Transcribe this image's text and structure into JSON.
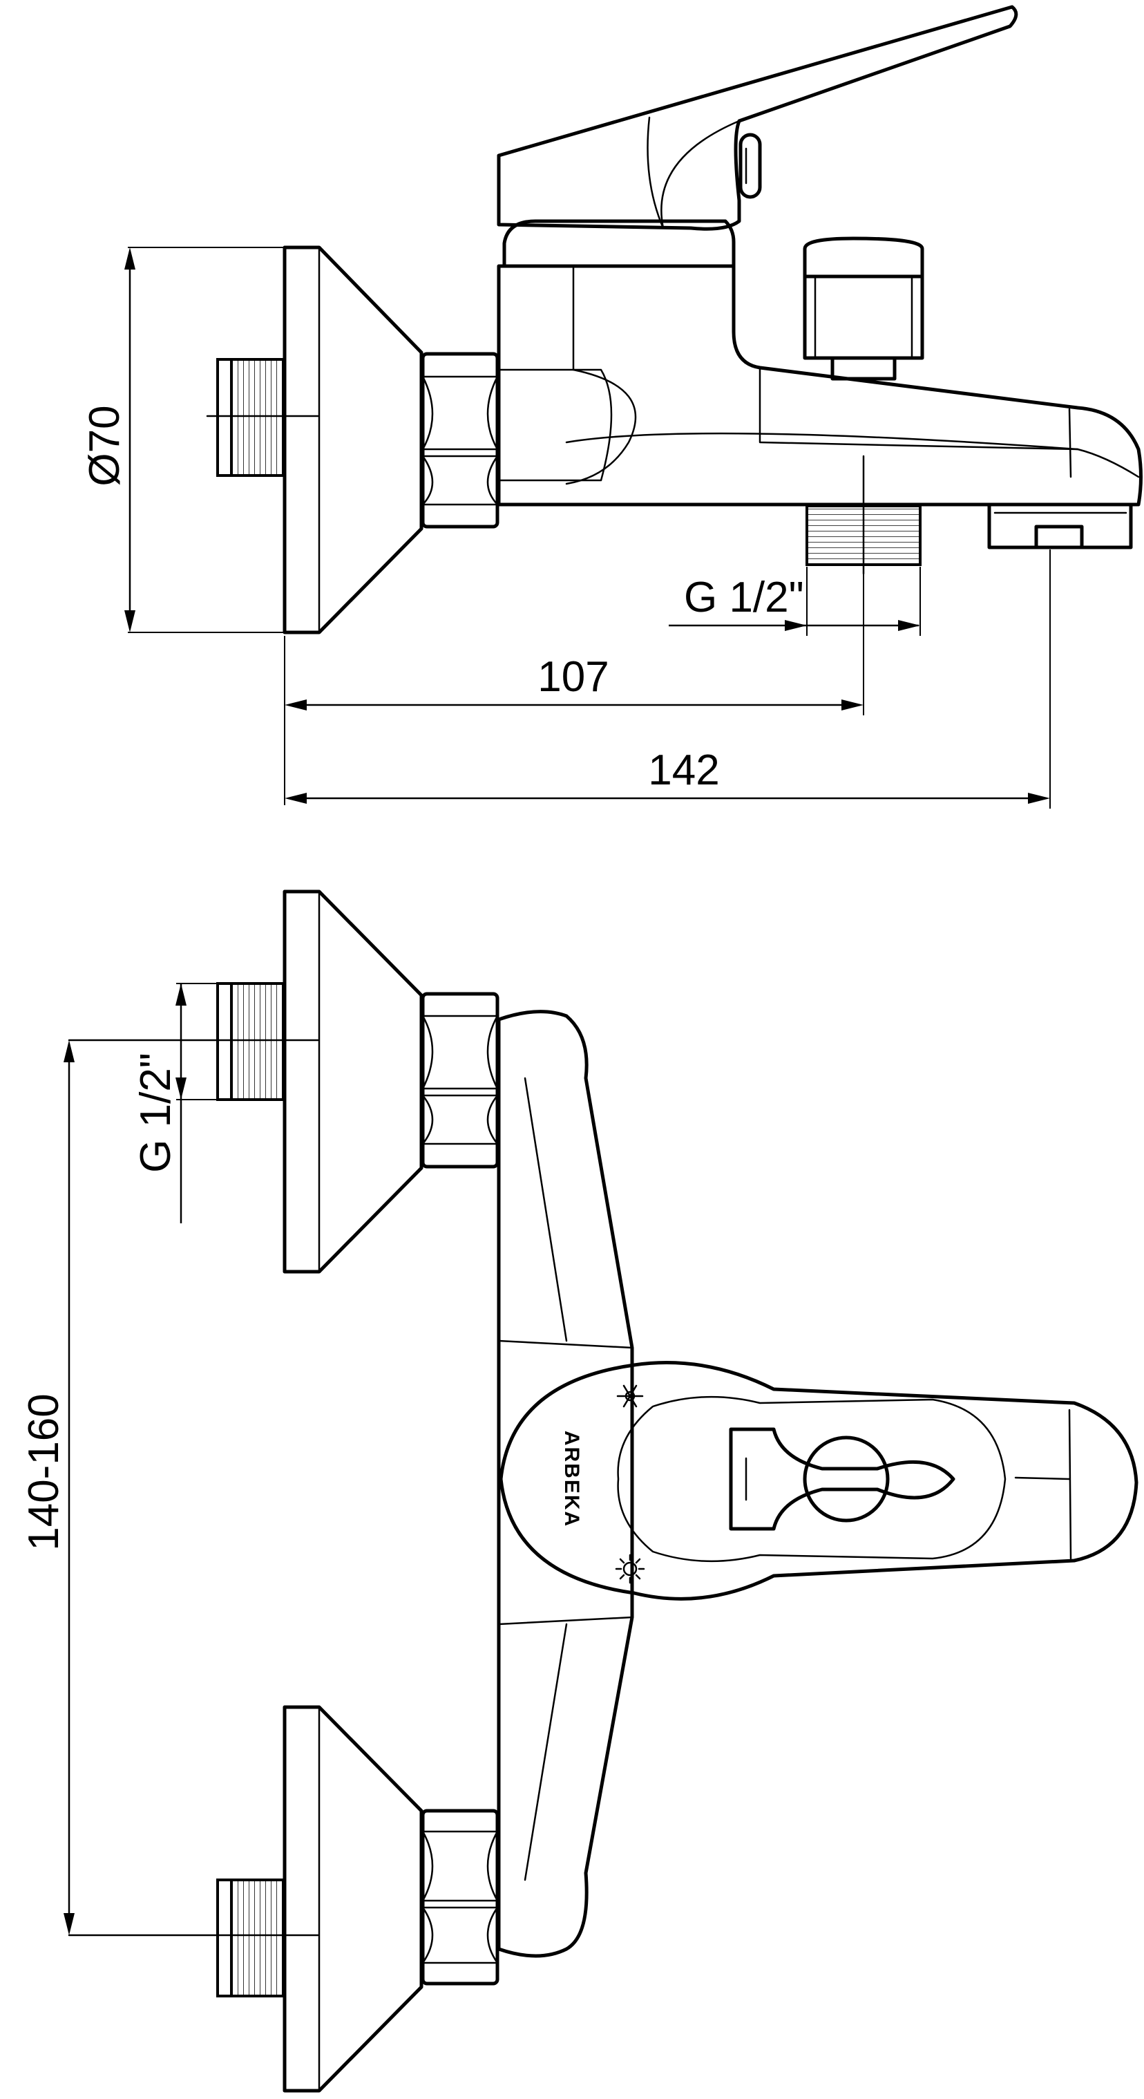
{
  "dimensions": {
    "diameter": "Ø70",
    "outlet_thread": "G 1/2\"",
    "inlet_thread": "G 1/2\"",
    "spout_axis_length": "107",
    "overall_length": "142",
    "center_distance": "140-160"
  },
  "brand": "ARBEKA",
  "colors": {
    "line": "#000000",
    "background": "#ffffff"
  },
  "icons": [
    "snowflake-icon",
    "sun-icon"
  ]
}
